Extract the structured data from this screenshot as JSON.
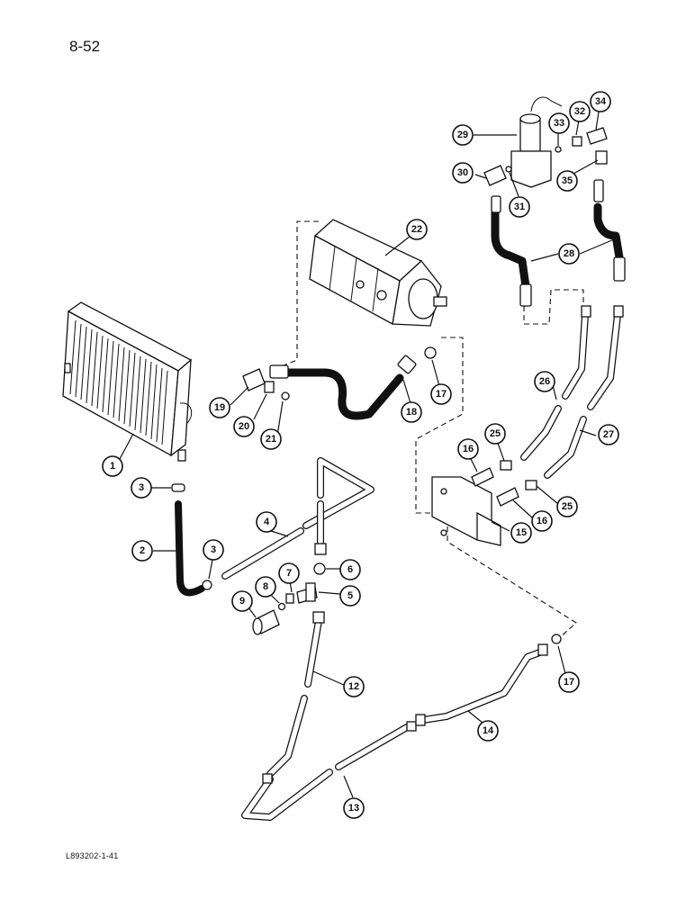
{
  "page": {
    "number": "8-52",
    "figure_code": "L893202-1-41"
  },
  "callouts": [
    "1",
    "2",
    "3",
    "3",
    "4",
    "5",
    "6",
    "7",
    "8",
    "9",
    "12",
    "13",
    "14",
    "15",
    "16",
    "16",
    "17",
    "17",
    "18",
    "19",
    "20",
    "21",
    "22",
    "25",
    "25",
    "26",
    "27",
    "28",
    "29",
    "30",
    "31",
    "32",
    "33",
    "34",
    "35"
  ]
}
